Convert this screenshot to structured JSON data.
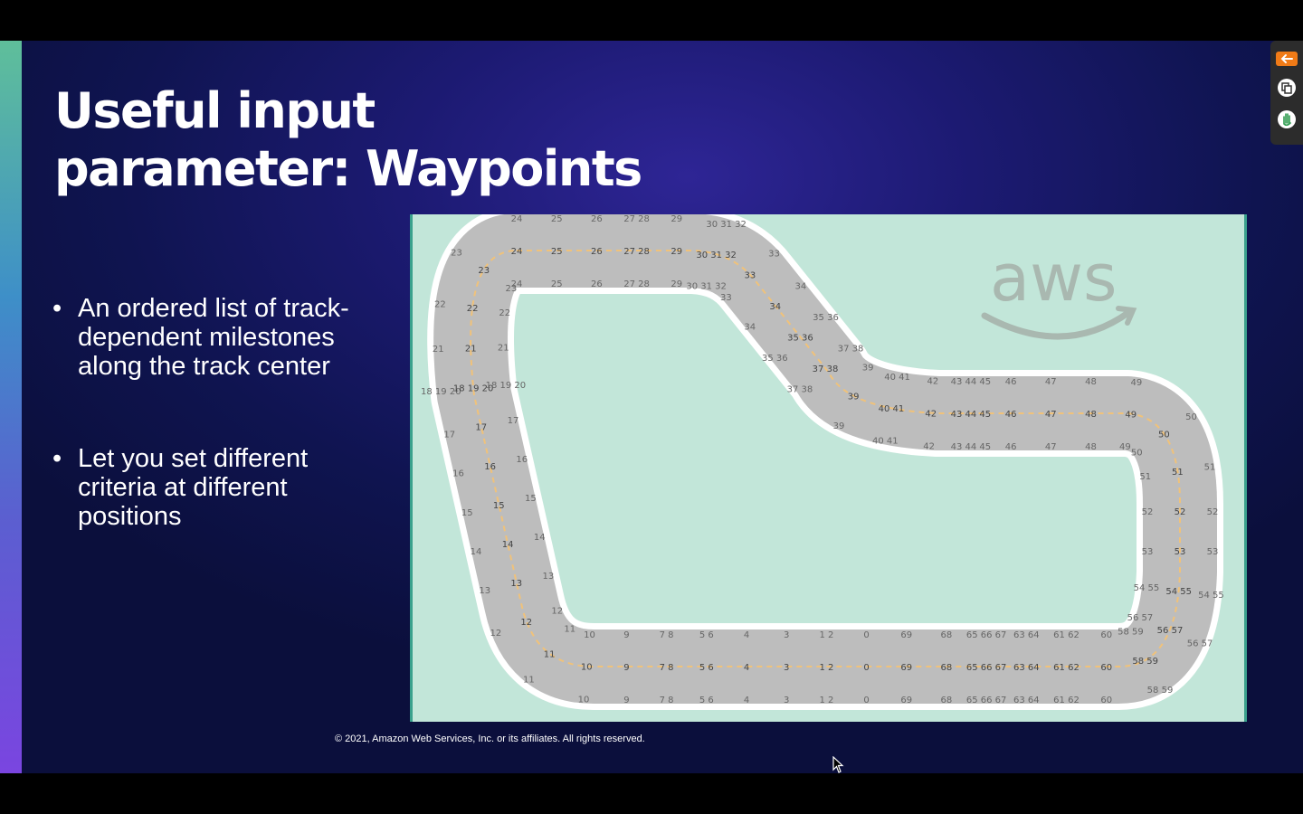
{
  "slide": {
    "title_lines": [
      "Useful input",
      "parameter: Waypoints"
    ],
    "bullets": [
      "An ordered list of track-dependent milestones along the track center",
      "Let you set different criteria at different positions"
    ],
    "copyright": "© 2021, Amazon Web Services, Inc. or its affiliates. All rights reserved.",
    "figure": {
      "logo_text": "aws",
      "track_color": "#bdbdbd",
      "border_color": "#ffffff",
      "centerline_color": "#f0c27a",
      "field_color": "#c2e6d9",
      "waypoint_labels_outer": [
        "0",
        "1 2",
        "3",
        "4",
        "5 6",
        "7 8",
        "9",
        "10",
        "11",
        "12",
        "13",
        "14",
        "15",
        "16",
        "17",
        "18 19 20",
        "21",
        "22",
        "23",
        "24",
        "25",
        "26",
        "27 28",
        "29",
        "30 31 32",
        "33",
        "34",
        "35 36",
        "37 38",
        "39",
        "40 41",
        "42",
        "43 44 45",
        "46",
        "47",
        "48",
        "49",
        "50",
        "51",
        "52",
        "53",
        "54 55",
        "56 57",
        "58 59",
        "60",
        "61 62",
        "63 64",
        "65 66 67",
        "68",
        "69"
      ]
    }
  },
  "toolbar": {
    "buttons": [
      {
        "name": "back-arrow-icon",
        "color": "#f07b17"
      },
      {
        "name": "copy-icon",
        "color": "#ffffff"
      },
      {
        "name": "hand-icon",
        "color": "#ffffff"
      }
    ]
  }
}
